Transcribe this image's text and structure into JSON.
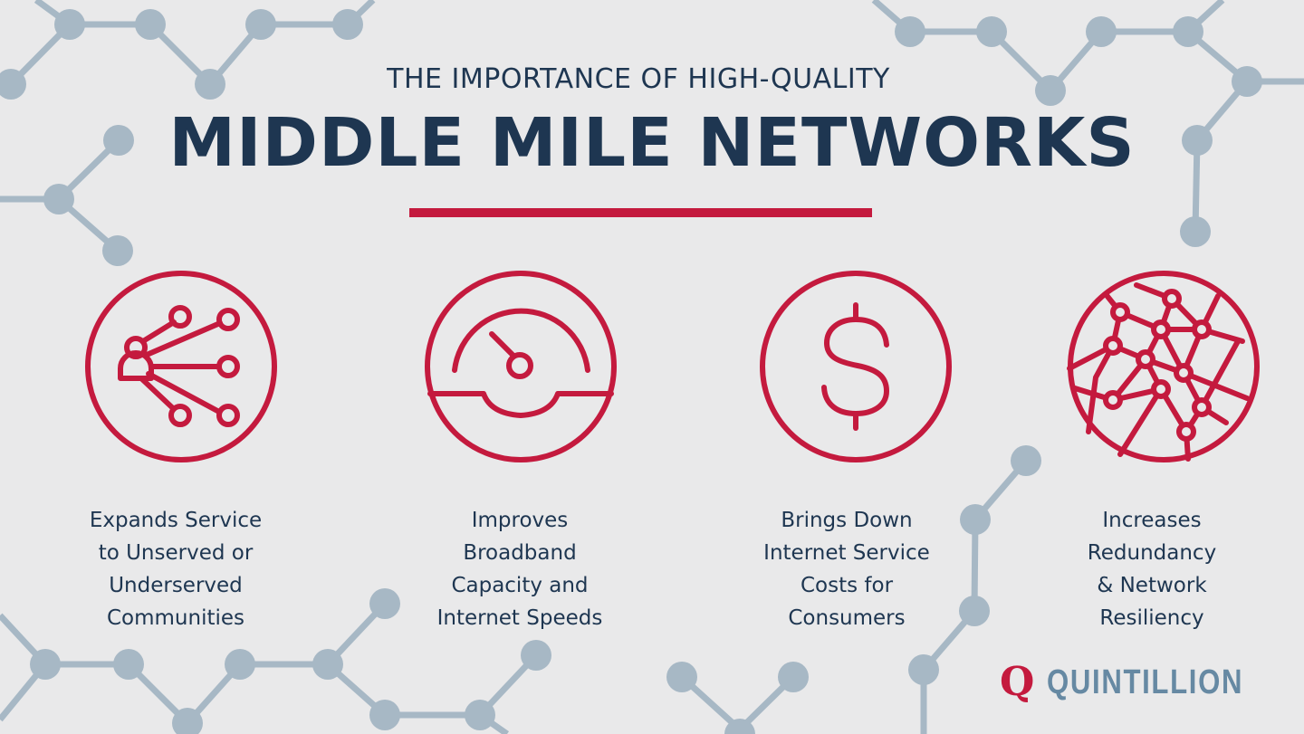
{
  "header": {
    "subtitle": "THE IMPORTANCE OF HIGH-QUALITY",
    "title": "MIDDLE MILE NETWORKS"
  },
  "colors": {
    "background": "#e9e9ea",
    "navy": "#1e3651",
    "accent_red": "#c41a3e",
    "network_gray": "#a7b8c5",
    "logo_blue": "#6689a3"
  },
  "benefits": [
    {
      "icon": "person-network-icon",
      "lines": [
        "Expands Service",
        "to Unserved or",
        "Underserved",
        "Communities"
      ]
    },
    {
      "icon": "speedometer-icon",
      "lines": [
        "Improves",
        "Broadband",
        "Capacity and",
        "Internet Speeds"
      ]
    },
    {
      "icon": "dollar-sign-icon",
      "lines": [
        "Brings Down",
        "Internet Service",
        "Costs for",
        "Consumers"
      ]
    },
    {
      "icon": "globe-network-icon",
      "lines": [
        "Increases",
        "Redundancy",
        "& Network",
        "Resiliency"
      ]
    }
  ],
  "logo": {
    "mark": "Q",
    "wordmark": "QUINTILLION"
  }
}
